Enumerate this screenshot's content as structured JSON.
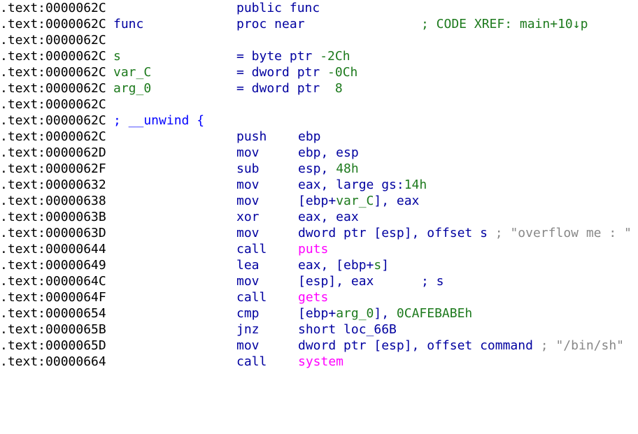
{
  "colors": {
    "address": "#000000",
    "mnemonic": "#0000a0",
    "variable": "#1d7a1d",
    "import_call": "#ff00ff",
    "comment": "#888888",
    "background": "#ffffff"
  },
  "lines": [
    {
      "addr": ".text:0000062C",
      "label": "",
      "mnem": "public func",
      "ops": []
    },
    {
      "addr": ".text:0000062C",
      "label": "func",
      "mnem": "proc near",
      "ops": [],
      "xref": "; CODE XREF: main+10↓p"
    },
    {
      "addr": ".text:0000062C",
      "label": "",
      "mnem": "",
      "ops": []
    },
    {
      "addr": ".text:0000062C",
      "label": "s",
      "mnem": "= byte ptr -2Ch",
      "ops": []
    },
    {
      "addr": ".text:0000062C",
      "label": "var_C",
      "mnem": "= dword ptr -0Ch",
      "ops": []
    },
    {
      "addr": ".text:0000062C",
      "label": "arg_0",
      "mnem": "= dword ptr  8",
      "ops": []
    },
    {
      "addr": ".text:0000062C",
      "label": "",
      "mnem": "",
      "ops": []
    },
    {
      "addr": ".text:0000062C",
      "label": "; __unwind {",
      "mnem": "",
      "ops": []
    },
    {
      "addr": ".text:0000062C",
      "label": "",
      "mnem": "push",
      "ops": [
        "ebp"
      ]
    },
    {
      "addr": ".text:0000062D",
      "label": "",
      "mnem": "mov",
      "ops": [
        "ebp, esp"
      ]
    },
    {
      "addr": ".text:0000062F",
      "label": "",
      "mnem": "sub",
      "ops": [
        "esp, ",
        "48h"
      ]
    },
    {
      "addr": ".text:00000632",
      "label": "",
      "mnem": "mov",
      "ops": [
        "eax, large gs:",
        "14h"
      ]
    },
    {
      "addr": ".text:00000638",
      "label": "",
      "mnem": "mov",
      "ops": [
        "[ebp+",
        "var_C",
        "], eax"
      ]
    },
    {
      "addr": ".text:0000063B",
      "label": "",
      "mnem": "xor",
      "ops": [
        "eax, eax"
      ]
    },
    {
      "addr": ".text:0000063D",
      "label": "",
      "mnem": "mov",
      "ops": [
        "dword ptr [esp], offset s"
      ],
      "comment": "; \"overflow me : \""
    },
    {
      "addr": ".text:00000644",
      "label": "",
      "mnem": "call",
      "ops": [
        "puts"
      ]
    },
    {
      "addr": ".text:00000649",
      "label": "",
      "mnem": "lea",
      "ops": [
        "eax, [ebp+",
        "s",
        "]"
      ]
    },
    {
      "addr": ".text:0000064C",
      "label": "",
      "mnem": "mov",
      "ops": [
        "[esp], eax"
      ],
      "comment2": "; s"
    },
    {
      "addr": ".text:0000064F",
      "label": "",
      "mnem": "call",
      "ops": [
        "gets"
      ]
    },
    {
      "addr": ".text:00000654",
      "label": "",
      "mnem": "cmp",
      "ops": [
        "[ebp+",
        "arg_0",
        "], ",
        "0CAFEBABEh"
      ]
    },
    {
      "addr": ".text:0000065B",
      "label": "",
      "mnem": "jnz",
      "ops": [
        "short loc_66B"
      ]
    },
    {
      "addr": ".text:0000065D",
      "label": "",
      "mnem": "mov",
      "ops": [
        "dword ptr [esp], offset command"
      ],
      "comment": "; \"/bin/sh\""
    },
    {
      "addr": ".text:00000664",
      "label": "",
      "mnem": "call",
      "ops": [
        "system"
      ]
    }
  ]
}
